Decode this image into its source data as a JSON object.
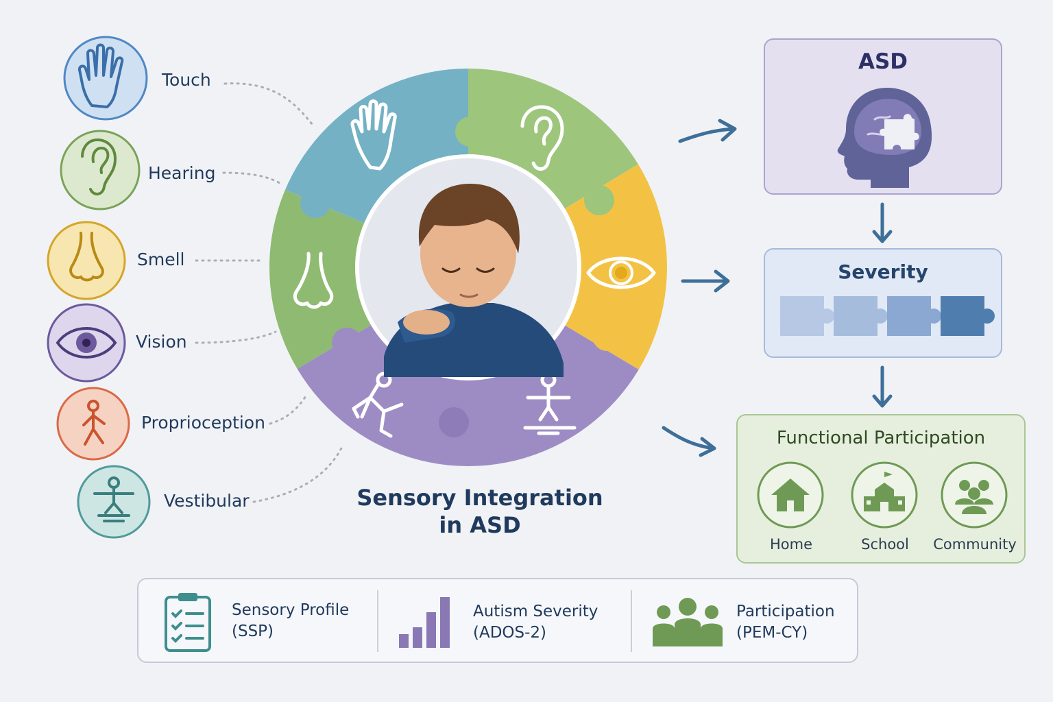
{
  "senses": [
    {
      "label": "Touch",
      "icon": "hand-icon",
      "color": "#4f88c4",
      "fill": "#cfe0f3"
    },
    {
      "label": "Hearing",
      "icon": "ear-icon",
      "color": "#7aa35a",
      "fill": "#dde9cf"
    },
    {
      "label": "Smell",
      "icon": "nose-icon",
      "color": "#d4a52a",
      "fill": "#f8e6b1"
    },
    {
      "label": "Vision",
      "icon": "eye-icon",
      "color": "#6c5a9c",
      "fill": "#ddd6ec"
    },
    {
      "label": "Proprioception",
      "icon": "body-icon",
      "color": "#d96a45",
      "fill": "#f6d2c2"
    },
    {
      "label": "Vestibular",
      "icon": "balance-icon",
      "color": "#4f9a9a",
      "fill": "#cde6e3"
    }
  ],
  "center": {
    "title_line1": "Sensory Integration",
    "title_line2": "in ASD",
    "segment_colors": [
      "#74b1c4",
      "#9dc57c",
      "#f3c245",
      "#9d8cc4",
      "#8fba72"
    ]
  },
  "flow": {
    "asd": {
      "title": "ASD",
      "icon": "head-puzzle-icon",
      "color": "#5e5f97"
    },
    "severity": {
      "title": "Severity",
      "icon": "puzzle-scale-icon"
    },
    "participation": {
      "title": "Functional Participation",
      "items": [
        {
          "label": "Home",
          "icon": "home-icon"
        },
        {
          "label": "School",
          "icon": "school-icon"
        },
        {
          "label": "Community",
          "icon": "community-icon"
        }
      ]
    }
  },
  "measures": [
    {
      "line1": "Sensory Profile",
      "line2": "(SSP)",
      "icon": "clipboard-checklist-icon",
      "color": "#3f8e8e"
    },
    {
      "line1": "Autism Severity",
      "line2": "(ADOS-2)",
      "icon": "bar-chart-icon",
      "color": "#8a78b5"
    },
    {
      "line1": "Participation",
      "line2": "(PEM-CY)",
      "icon": "people-icon",
      "color": "#6f9a55"
    }
  ]
}
